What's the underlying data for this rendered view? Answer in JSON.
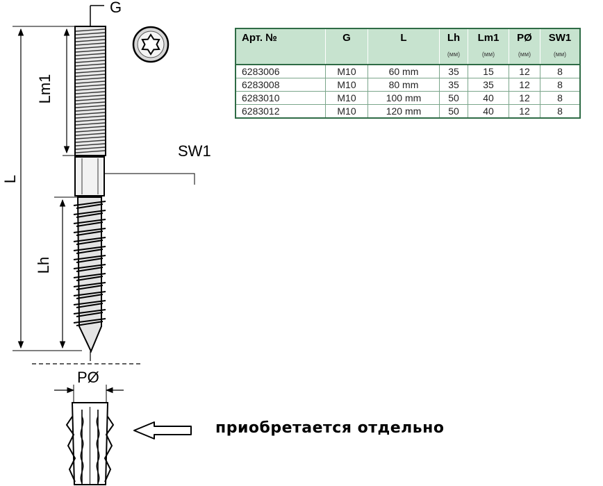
{
  "labels": {
    "G": "G",
    "L": "L",
    "Lm1": "Lm1",
    "Lh": "Lh",
    "SW1": "SW1",
    "PO": "PØ"
  },
  "note": "приобретается отдельно",
  "table": {
    "columns": [
      {
        "label": "Арт. №",
        "unit": ""
      },
      {
        "label": "G",
        "unit": ""
      },
      {
        "label": "L",
        "unit": ""
      },
      {
        "label": "Lh",
        "unit": "(мм)"
      },
      {
        "label": "Lm1",
        "unit": "(мм)"
      },
      {
        "label": "PØ",
        "unit": "(мм)"
      },
      {
        "label": "SW1",
        "unit": "(мм)"
      }
    ],
    "rows": [
      [
        "6283006",
        "M10",
        "60 mm",
        "35",
        "15",
        "12",
        "8"
      ],
      [
        "6283008",
        "M10",
        "80 mm",
        "35",
        "35",
        "12",
        "8"
      ],
      [
        "6283010",
        "M10",
        "100 mm",
        "50",
        "40",
        "12",
        "8"
      ],
      [
        "6283012",
        "M10",
        "120 mm",
        "50",
        "40",
        "12",
        "8"
      ]
    ]
  },
  "icons": {
    "drive": "torx-drive-icon",
    "arrow": "left-arrow-icon"
  }
}
